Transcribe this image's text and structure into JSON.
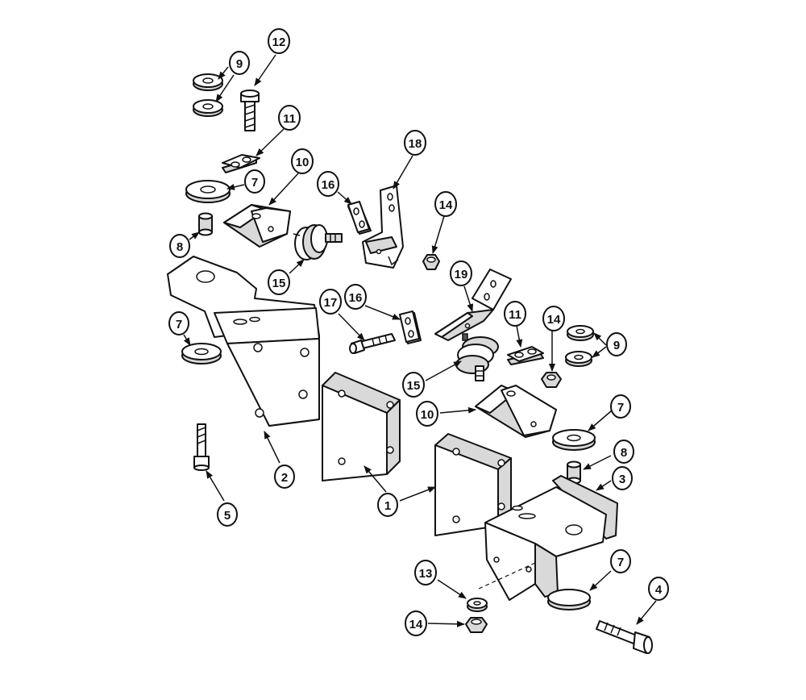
{
  "callouts": [
    {
      "id": "c12",
      "label": "12"
    },
    {
      "id": "c9a",
      "label": "9"
    },
    {
      "id": "c11a",
      "label": "11"
    },
    {
      "id": "c10a",
      "label": "10"
    },
    {
      "id": "c7a",
      "label": "7"
    },
    {
      "id": "c8a",
      "label": "8"
    },
    {
      "id": "c15a",
      "label": "15"
    },
    {
      "id": "c16a",
      "label": "16"
    },
    {
      "id": "c18",
      "label": "18"
    },
    {
      "id": "c14a",
      "label": "14"
    },
    {
      "id": "c7b",
      "label": "7"
    },
    {
      "id": "c17",
      "label": "17"
    },
    {
      "id": "c16b",
      "label": "16"
    },
    {
      "id": "c19",
      "label": "19"
    },
    {
      "id": "c11b",
      "label": "11"
    },
    {
      "id": "c14b",
      "label": "14"
    },
    {
      "id": "c9b",
      "label": "9"
    },
    {
      "id": "c15b",
      "label": "15"
    },
    {
      "id": "c10b",
      "label": "10"
    },
    {
      "id": "c7c",
      "label": "7"
    },
    {
      "id": "c8b",
      "label": "8"
    },
    {
      "id": "c3",
      "label": "3"
    },
    {
      "id": "c2",
      "label": "2"
    },
    {
      "id": "c1",
      "label": "1"
    },
    {
      "id": "c5",
      "label": "5"
    },
    {
      "id": "c7d",
      "label": "7"
    },
    {
      "id": "c4",
      "label": "4"
    },
    {
      "id": "c13",
      "label": "13"
    },
    {
      "id": "c14c",
      "label": "14"
    }
  ]
}
